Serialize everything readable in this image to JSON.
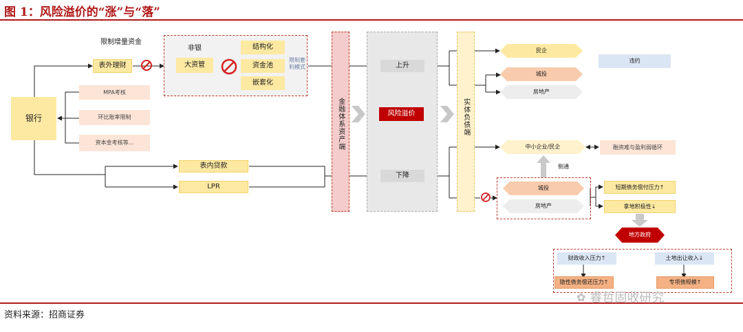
{
  "figure": {
    "title": "图 1：风险溢价的“涨”与“落”",
    "source": "资料来源：招商证券",
    "watermark": "睿哲固收研究"
  },
  "nodes": {
    "bank": "银行",
    "limit_incremental": "限制增量资金",
    "offbs_wm": "表外理财",
    "mpa": "MPA考核",
    "loan_ratio": "环比账率限制",
    "capital": "资本金考核等...",
    "non_bank": "非银",
    "big_am": "大资管",
    "structured": "结构化",
    "pool": "资金池",
    "nested": "嵌套化",
    "limit_arb": "限制套利模式",
    "onbs_loans": "表内贷款",
    "lpr": "LPR",
    "financial_side": "金融体系资产端",
    "up": "上升",
    "risk_premium": "风险溢价",
    "down": "下降",
    "real_debt_side": "实体负债端",
    "private": "民企",
    "lgfv_top": "城投",
    "realestate_top": "房地产",
    "default": "违约",
    "sme": "中小企业/民企",
    "financing_loop": "融资难与盈利弱循环",
    "side_channel": "侧通",
    "lgfv_bottom": "城投",
    "realestate_bottom": "房地产",
    "short_debt": "短期债务偿付压力↑",
    "land_buying": "拿地积极性↓",
    "local_gov": "地方政府",
    "fiscal_rev": "财政收入压力↑",
    "land_sales": "土地出让收入↓",
    "hidden_debt": "隐性债务偿还压力↑",
    "special_bond": "专项债规模↑"
  }
}
